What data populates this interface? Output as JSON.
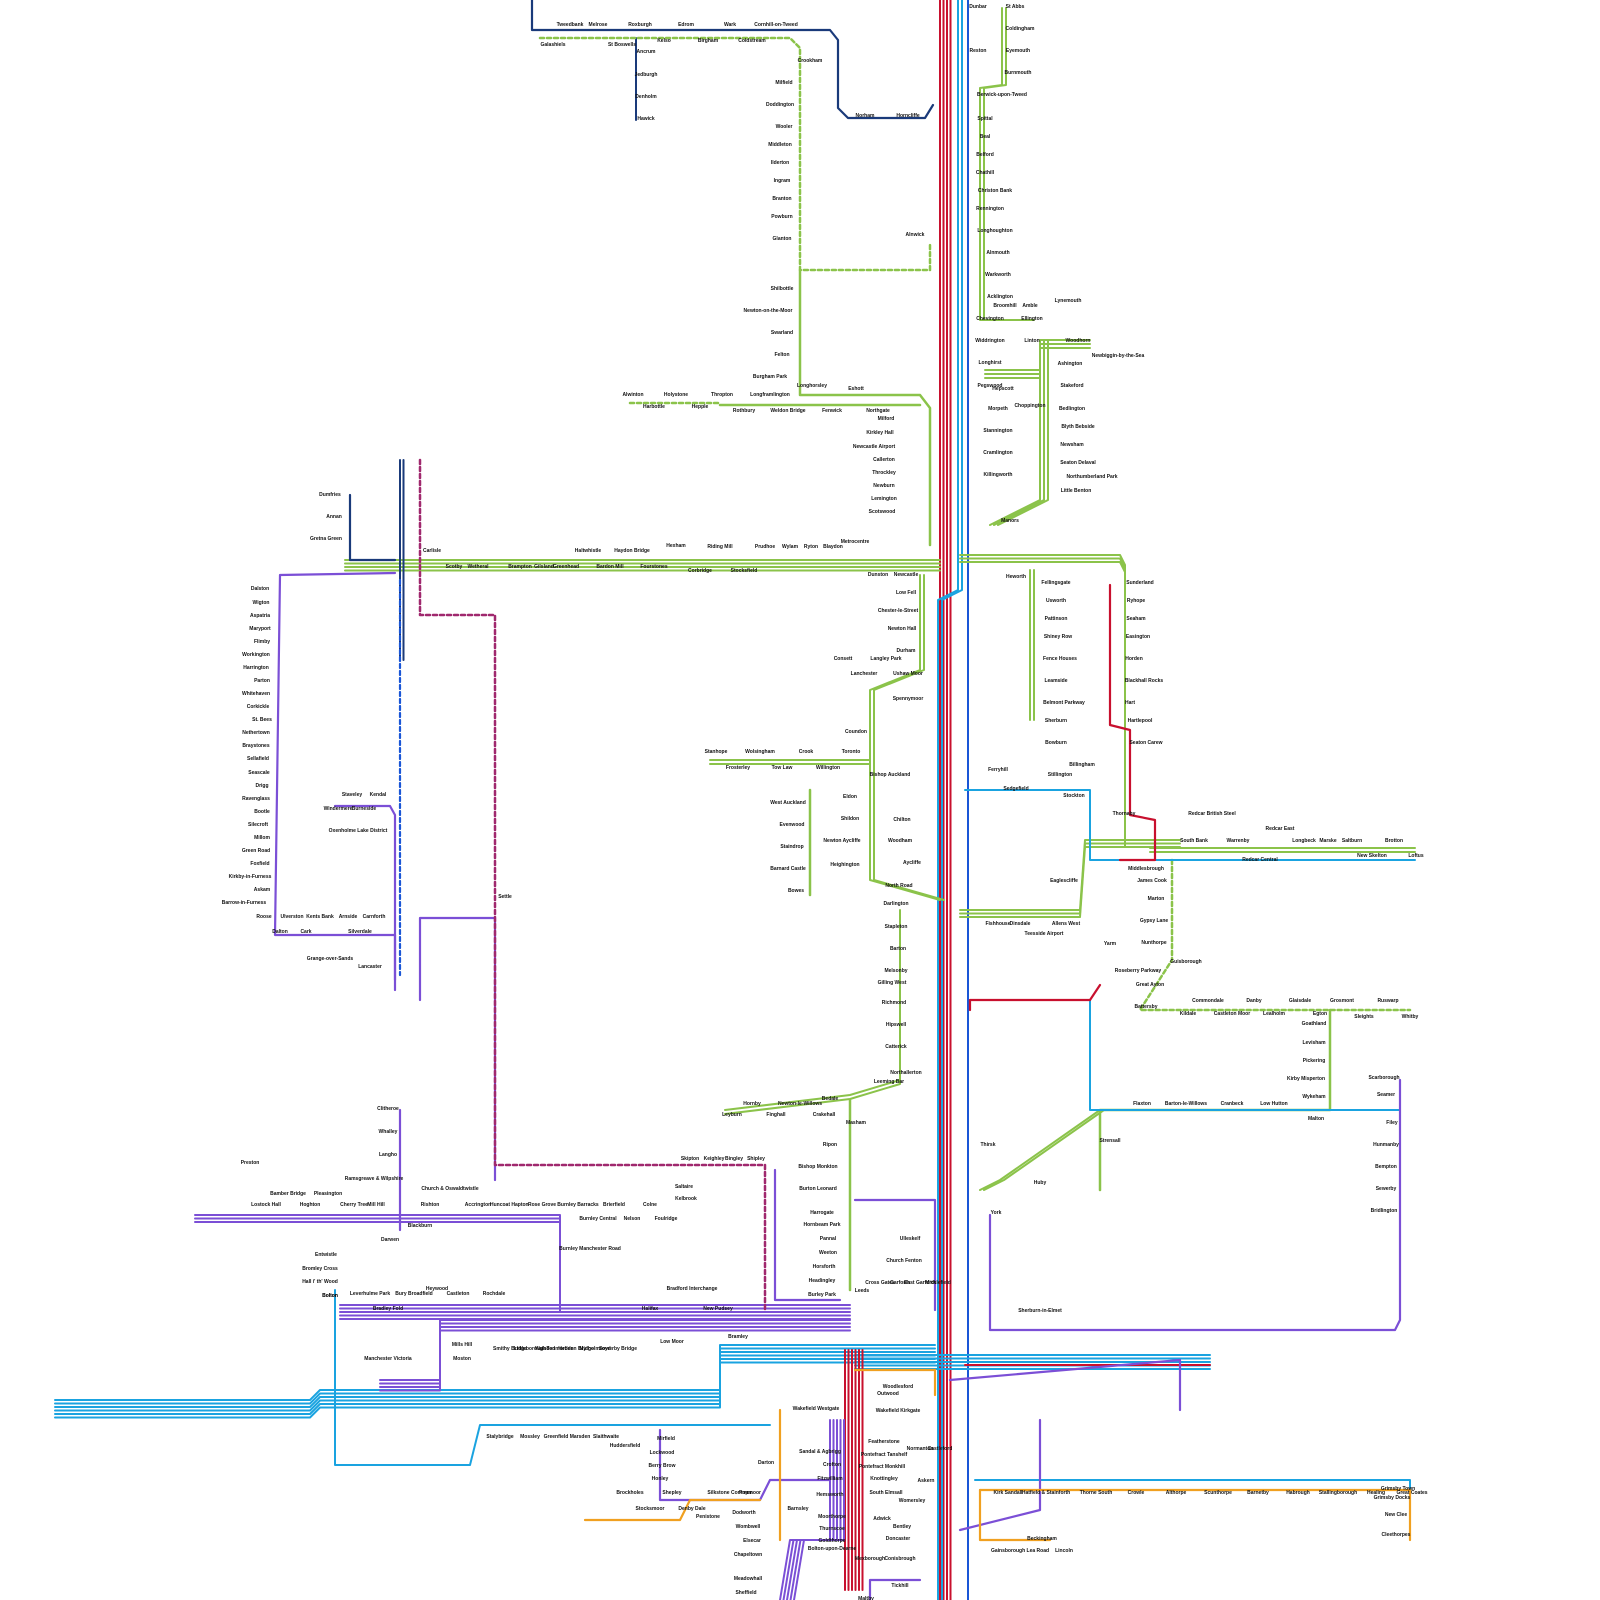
{
  "colors": {
    "background": "#ffffff",
    "green": "#8bc34a",
    "navy": "#1a3a7a",
    "red": "#c8102e",
    "cyan": "#1aa3e0",
    "blue": "#1a56d6",
    "purple": "#7b4fd6",
    "magenta": "#a0286e",
    "orange": "#f0a020"
  },
  "route_groups": [
    {
      "name": "green-lines",
      "color": "green"
    },
    {
      "name": "navy-lines",
      "color": "navy"
    },
    {
      "name": "east-coast-main-line",
      "color": "red"
    },
    {
      "name": "transpennine-lines",
      "color": "cyan"
    },
    {
      "name": "northern-lines",
      "color": "purple"
    },
    {
      "name": "settle-carlisle-line",
      "color": "magenta"
    },
    {
      "name": "southern-lines",
      "color": "orange"
    }
  ],
  "stations": [
    "Tweedbank",
    "Melrose",
    "Roxburgh",
    "Edrom",
    "Wark",
    "Cornhill-on-Tweed",
    "Galashiels",
    "St Boswells",
    "Kelso",
    "Birgham",
    "Coldstream",
    "Ancrum",
    "Jedburgh",
    "Denholm",
    "Hawick",
    "Crookham",
    "Milfield",
    "Doddington",
    "Wooler",
    "Middleton",
    "Ilderton",
    "Ingram",
    "Branton",
    "Powburn",
    "Glanton",
    "Bolton",
    "Shilbottle",
    "Newton-on-the-Moor",
    "Swarland",
    "Felton",
    "Burgham Park",
    "Longhorsley",
    "Longframlington",
    "Eshott",
    "Dunbar",
    "St Abbs",
    "Coldingham",
    "Eyemouth",
    "Reston",
    "Burnmouth",
    "Berwick-upon-Tweed",
    "Spittal",
    "Beal",
    "Belford",
    "Chathill",
    "Christon Bank",
    "Rennington",
    "Longhoughton",
    "Alnmouth",
    "Warkworth",
    "Alnwick",
    "Acklington",
    "Broomhill",
    "Amble",
    "Chevington",
    "Ellington",
    "Lynemouth",
    "Widdrington",
    "Linton",
    "Woodhorn",
    "Newbiggin-by-the-Sea",
    "Ashington",
    "Longhirst",
    "Pegswood",
    "Hepscott",
    "Morpeth",
    "Choppington",
    "Stakeford",
    "Bedlington",
    "Stannington",
    "Blyth Bebside",
    "Cramlington",
    "Newsham",
    "Killingworth",
    "Seaton Delaval",
    "Northumberland Park",
    "Little Benton",
    "Manors",
    "Norham",
    "Horncliffe",
    "Alwinton",
    "Holystone",
    "Thropton",
    "Harbottle",
    "Hepple",
    "Rothbury",
    "Weldon Bridge",
    "Fenwick",
    "Northgate",
    "Milford",
    "Kirkley Hall",
    "Newcastle Airport",
    "Callerton",
    "Throckley",
    "Newburn",
    "Lemington",
    "Scotswood",
    "Dumfries",
    "Annan",
    "Gretna Green",
    "Carlisle",
    "Scotby",
    "Wetheral",
    "Haydon Bridge",
    "Haltwhistle",
    "Hexham",
    "Riding Mill",
    "Prudhoe",
    "Wylam",
    "Ryton",
    "Blaydon",
    "Metrocentre",
    "Brampton",
    "Gilsland",
    "Greenhead",
    "Bardon Mill",
    "Fourstones",
    "Corbridge",
    "Stocksfield",
    "Dunston",
    "Newcastle",
    "Heworth",
    "Low Fell",
    "Chester-le-Street",
    "Newton Hall",
    "Durham",
    "Consett",
    "Lanchester",
    "Langley Park",
    "Ushaw Moor",
    "Spennymoor",
    "Coundon",
    "Toronto",
    "Crook",
    "Wolsingham",
    "Stanhope",
    "Frosterley",
    "Tow Law",
    "Willington",
    "Bishop Auckland",
    "West Auckland",
    "Evenwood",
    "Staindrop",
    "Barnard Castle",
    "Bowes",
    "Eldon",
    "Shildon",
    "Newton Aycliffe",
    "Heighington",
    "Chilton",
    "Woodham",
    "Aycliffe",
    "North Road",
    "Darlington",
    "Fellingsgate",
    "Usworth",
    "Pattinson",
    "Shiney Row",
    "Fence Houses",
    "Leamside",
    "Belmont Parkway",
    "Sherburn",
    "Bowburn",
    "Ferryhill",
    "Sedgefield",
    "Billingham",
    "Stillington",
    "Stockton",
    "Sunderland",
    "Ryhope",
    "Seaham",
    "Easington",
    "Horden",
    "Blackhall Rocks",
    "Hart",
    "Hartlepool",
    "Seaton Carew",
    "Thornaby",
    "Middlesbrough",
    "South Bank",
    "Redcar British Steel",
    "Warrenby",
    "Redcar East",
    "Longbeck",
    "Marske",
    "Saltburn",
    "Brotton",
    "Redcar Central",
    "New Skelton",
    "Loftus",
    "Eaglescliffe",
    "Yarm",
    "James Cook",
    "Marton",
    "Gypsy Lane",
    "Nunthorpe",
    "Guisborough",
    "Roseberry Parkway",
    "Great Ayton",
    "Battersby",
    "Kildale",
    "Commondale",
    "Castleton Moor",
    "Danby",
    "Lealholm",
    "Glaisdale",
    "Egton",
    "Grosmont",
    "Sleights",
    "Ruswarp",
    "Whitby",
    "Goathland",
    "Levisham",
    "Pickering",
    "Kirby Misperton",
    "Wykeham",
    "Malton",
    "Scarborough",
    "Seamer",
    "Filey",
    "Hunmanby",
    "Bempton",
    "Sewerby",
    "Bridlington",
    "Fishhouse",
    "Dinsdale",
    "Teesside Airport",
    "Allens West",
    "Stapleton",
    "Barton",
    "Melsonby",
    "Gilling West",
    "Richmond",
    "Hipswell",
    "Catterick",
    "Northallerton",
    "Leeming Bar",
    "Bedale",
    "Hornby",
    "Newton-le-Willows",
    "Leyburn",
    "Finghall",
    "Crakehall",
    "Masham",
    "Ripon",
    "Bishop Monkton",
    "Burton Leonard",
    "Harrogate",
    "Hornbeam Park",
    "Pannal",
    "Weeton",
    "Horsforth",
    "Headingley",
    "Burley Park",
    "Thirsk",
    "Huby",
    "Flaxton",
    "Barton-le-Willows",
    "Cranbeck",
    "Low Hutton",
    "Strensall",
    "York",
    "Ulleskelf",
    "Church Fenton",
    "Sherburn-in-Elmet",
    "Dalston",
    "Wigton",
    "Aspatria",
    "Maryport",
    "Flimby",
    "Workington",
    "Harrington",
    "Parton",
    "Whitehaven",
    "Corkickle",
    "St. Bees",
    "Nethertown",
    "Braystones",
    "Sellafield",
    "Seascale",
    "Drigg",
    "Ravenglass",
    "Bootle",
    "Silecroft",
    "Millom",
    "Green Road",
    "Foxfield",
    "Kirkby-in-Furness",
    "Askam",
    "Barrow-in-Furness",
    "Roose",
    "Dalton",
    "Ulverston",
    "Kents Bank",
    "Cark",
    "Arnside",
    "Silverdale",
    "Carnforth",
    "Grange-over-Sands",
    "Lancaster",
    "Staveley",
    "Kendal",
    "Windermere",
    "Burneside",
    "Oxenholme Lake District",
    "Settle",
    "Skipton",
    "Keighley",
    "Bingley",
    "Shipley",
    "Saltaire",
    "Kelbrook",
    "Clitheroe",
    "Whalley",
    "Langho",
    "Ramsgreave & Wilpshire",
    "Blackburn",
    "Preston",
    "Lostock Hall",
    "Bamber Bridge",
    "Hoghton",
    "Pleasington",
    "Cherry Tree",
    "Mill Hill",
    "Rishton",
    "Church & Oswaldtwistle",
    "Accrington",
    "Huncoat",
    "Hapton",
    "Rose Grove",
    "Burnley Barracks",
    "Brierfield",
    "Colne",
    "Burnley Central",
    "Nelson",
    "Foulridge",
    "Darwen",
    "Entwistle",
    "Bromley Cross",
    "Hall i' th' Wood",
    "Bolton",
    "Burnley Manchester Road",
    "Leverhulme Park",
    "Bury Broadfield",
    "Heywood",
    "Castleton",
    "Rochdale",
    "Bradley Fold",
    "Halifax",
    "New Pudsey",
    "Bradford Interchange",
    "Bramley",
    "Low Moor",
    "Mills Hill",
    "Moston",
    "Manchester Victoria",
    "Smithy Bridge",
    "Littleborough",
    "Walsden",
    "Todmorden",
    "Hebden Bridge",
    "Mytholmroyd",
    "Sowerby Bridge",
    "Leeds",
    "Cross Gates",
    "Garforth",
    "East Garforth",
    "Micklefield",
    "Woodlesford",
    "Outwood",
    "Wakefield Westgate",
    "Wakefield Kirkgate",
    "Normanton",
    "Castleford",
    "Stalybridge",
    "Mossley",
    "Greenfield",
    "Marsden",
    "Slaithwaite",
    "Huddersfield",
    "Mirfield",
    "Lockwood",
    "Berry Brow",
    "Honley",
    "Brockholes",
    "Stocksmoor",
    "Shepley",
    "Denby Dale",
    "Penistone",
    "Silkstone Common",
    "Dodworth",
    "Darton",
    "Barnsley",
    "Sandal & Agbrigg",
    "Crofton",
    "Featherstone",
    "Fitzwilliam",
    "Pontefract Tanshelf",
    "Pontefract Monkhill",
    "Knottingley",
    "Hemsworth",
    "Moorthorpe",
    "Thurnscoe",
    "Goldthorpe",
    "Bolton-upon-Dearne",
    "South Elmsall",
    "Askern",
    "Womersley",
    "Adwick",
    "Bentley",
    "Doncaster",
    "Wombwell",
    "Elsecar",
    "Chapeltown",
    "Meadowhall",
    "Sheffield",
    "Mexborough",
    "Conisbrough",
    "Tickhill",
    "Maltby",
    "Kirk Sandall",
    "Hatfield & Stainforth",
    "Thorne South",
    "Crowle",
    "Althorpe",
    "Scunthorpe",
    "Barnetby",
    "Habrough",
    "Stallingborough",
    "Healing",
    "Great Coates",
    "Grimsby Town",
    "Grimsby Docks",
    "New Clee",
    "Cleethorpes",
    "Beckingham",
    "Gainsborough Lea Road",
    "Lincoln",
    "Popmoor"
  ]
}
